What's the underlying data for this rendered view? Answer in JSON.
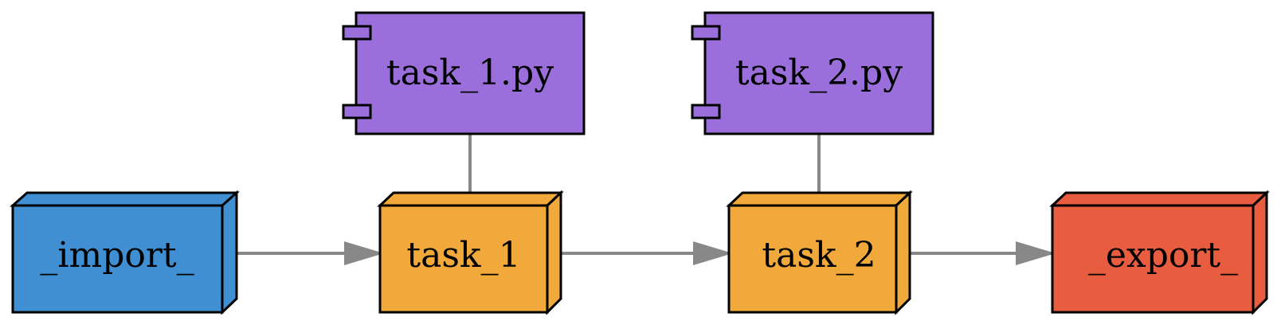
{
  "colors": {
    "import": "#3f8fd2",
    "task": "#f0a93a",
    "script": "#9b6fdb",
    "export": "#e85d3f",
    "edge": "#888888"
  },
  "nodes": {
    "import": {
      "label": "_import_"
    },
    "task_1": {
      "label": "task_1"
    },
    "task_2": {
      "label": "task_2"
    },
    "export": {
      "label": "_export_"
    },
    "script_1": {
      "label": "task_1.py"
    },
    "script_2": {
      "label": "task_2.py"
    }
  }
}
